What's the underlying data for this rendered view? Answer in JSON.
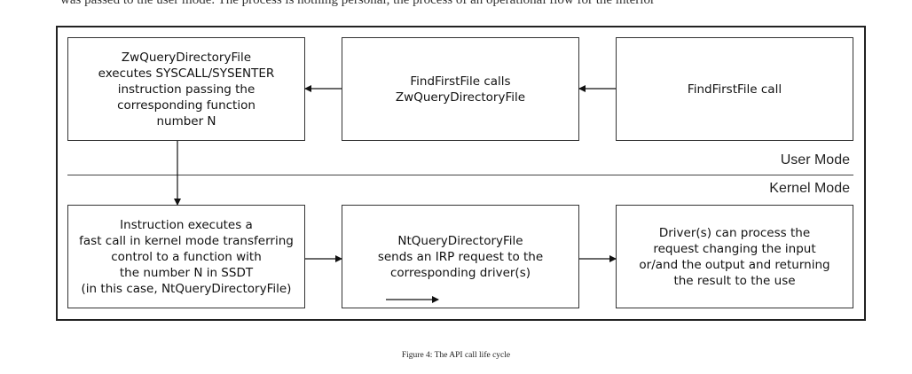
{
  "page": {
    "top_text": "was passed to the user mode. The process is nothing personal, the process of an operational flow for the interior"
  },
  "diagram": {
    "boxes": {
      "zwquery": "ZwQueryDirectoryFile\nexecutes SYSCALL/SYSENTER\ninstruction passing the\ncorresponding function\nnumber N",
      "findfirst_calls": "FindFirstFile calls\nZwQueryDirectoryFile",
      "findfirst_call": "FindFirstFile call",
      "instruction": "Instruction executes a\nfast call in kernel mode transferring\ncontrol to a function with\nthe number N in SSDT\n(in this case, NtQueryDirectoryFile)",
      "ntquery": "NtQueryDirectoryFile\nsends an IRP request to the\ncorresponding driver(s)",
      "driver": "Driver(s) can process the\nrequest changing the input\nor/and the output and returning\nthe result to the use"
    },
    "labels": {
      "user_mode": "User Mode",
      "kernel_mode": "Kernel Mode"
    }
  },
  "caption": "Figure 4: The API call life cycle"
}
